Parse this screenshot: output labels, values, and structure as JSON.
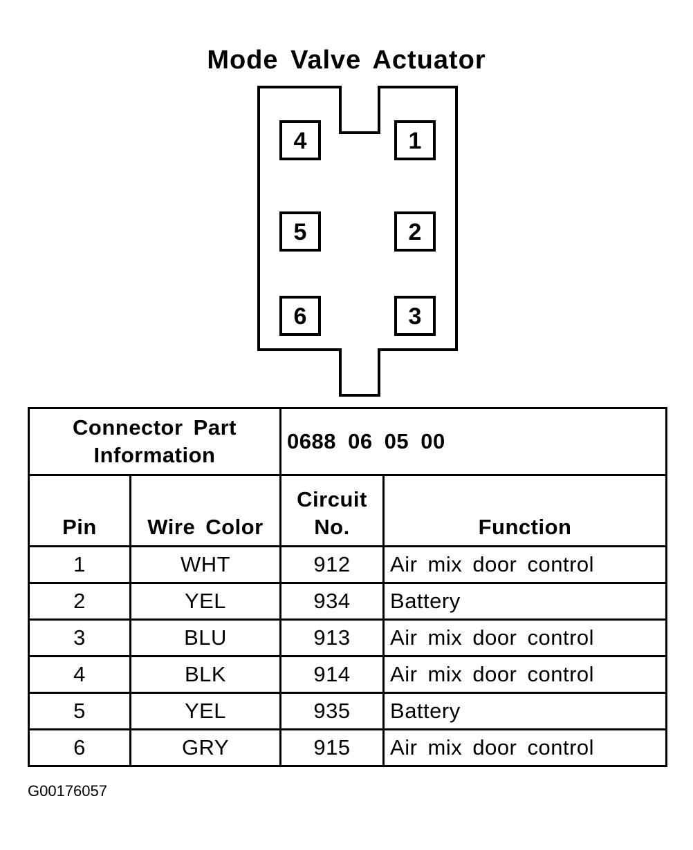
{
  "title": "Mode Valve Actuator",
  "connector": {
    "pins": [
      {
        "label": "4"
      },
      {
        "label": "1"
      },
      {
        "label": "5"
      },
      {
        "label": "2"
      },
      {
        "label": "6"
      },
      {
        "label": "3"
      }
    ]
  },
  "table": {
    "info_label_line1": "Connector Part",
    "info_label_line2": "Information",
    "info_value": "0688 06 05 00",
    "headers": {
      "pin": "Pin",
      "wire_color": "Wire Color",
      "circuit_line1": "Circuit",
      "circuit_line2": "No.",
      "function": "Function"
    },
    "rows": [
      {
        "pin": "1",
        "wire_color": "WHT",
        "circuit": "912",
        "function": "Air mix door control"
      },
      {
        "pin": "2",
        "wire_color": "YEL",
        "circuit": "934",
        "function": "Battery"
      },
      {
        "pin": "3",
        "wire_color": "BLU",
        "circuit": "913",
        "function": "Air mix door control"
      },
      {
        "pin": "4",
        "wire_color": "BLK",
        "circuit": "914",
        "function": "Air mix door control"
      },
      {
        "pin": "5",
        "wire_color": "YEL",
        "circuit": "935",
        "function": "Battery"
      },
      {
        "pin": "6",
        "wire_color": "GRY",
        "circuit": "915",
        "function": "Air mix door control"
      }
    ]
  },
  "figure_id": "G00176057"
}
